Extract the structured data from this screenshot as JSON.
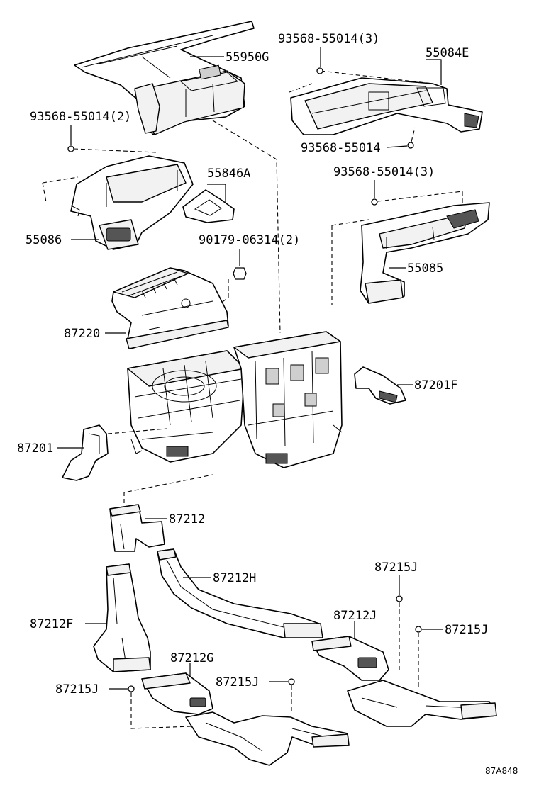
{
  "labels": {
    "p55950G": "55950G",
    "p93568_top3": "93568-55014(3)",
    "p55084E": "55084E",
    "p93568_left2": "93568-55014(2)",
    "p93568_mid": "93568-55014",
    "p55846A": "55846A",
    "p93568_right3": "93568-55014(3)",
    "p55086": "55086",
    "p90179": "90179-06314(2)",
    "p55085": "55085",
    "p87220": "87220",
    "p87201F": "87201F",
    "p87201": "87201",
    "p87212": "87212",
    "p87215J_a": "87215J",
    "p87212H": "87212H",
    "p87212F": "87212F",
    "p87212J": "87212J",
    "p87215J_b": "87215J",
    "p87212G": "87212G",
    "p87215J_c": "87215J",
    "p87215J_d": "87215J"
  },
  "diagram_ref": "87A848"
}
